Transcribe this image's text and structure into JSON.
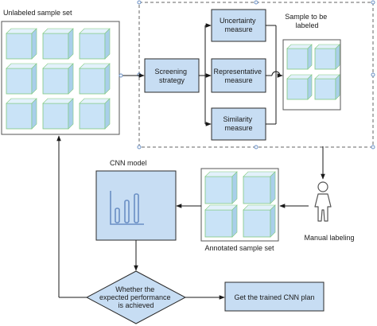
{
  "diagram": {
    "nodes": {
      "unlabeled_set": "Unlabeled sample set",
      "screening": [
        "Screening",
        "strategy"
      ],
      "uncertainty": [
        "Uncertainty",
        "measure"
      ],
      "representative": [
        "Representative",
        "measure"
      ],
      "similarity": [
        "Similarity",
        "measure"
      ],
      "sample_to_label": [
        "Sample to be",
        "labeled"
      ],
      "manual_labeling": "Manual labeling",
      "annotated_set": "Annotated sample set",
      "cnn_model": "CNN model",
      "decision": [
        "Whether the",
        "expected performance",
        "is achieved"
      ],
      "trained": "Get the trained CNN plan"
    },
    "colors": {
      "box_fill": "#c7ddf3",
      "cube_fill": "#c9e3f7",
      "cube_edge": "#7fc97f",
      "icon": "#6a8fc4",
      "line": "#1a1a1a"
    }
  }
}
